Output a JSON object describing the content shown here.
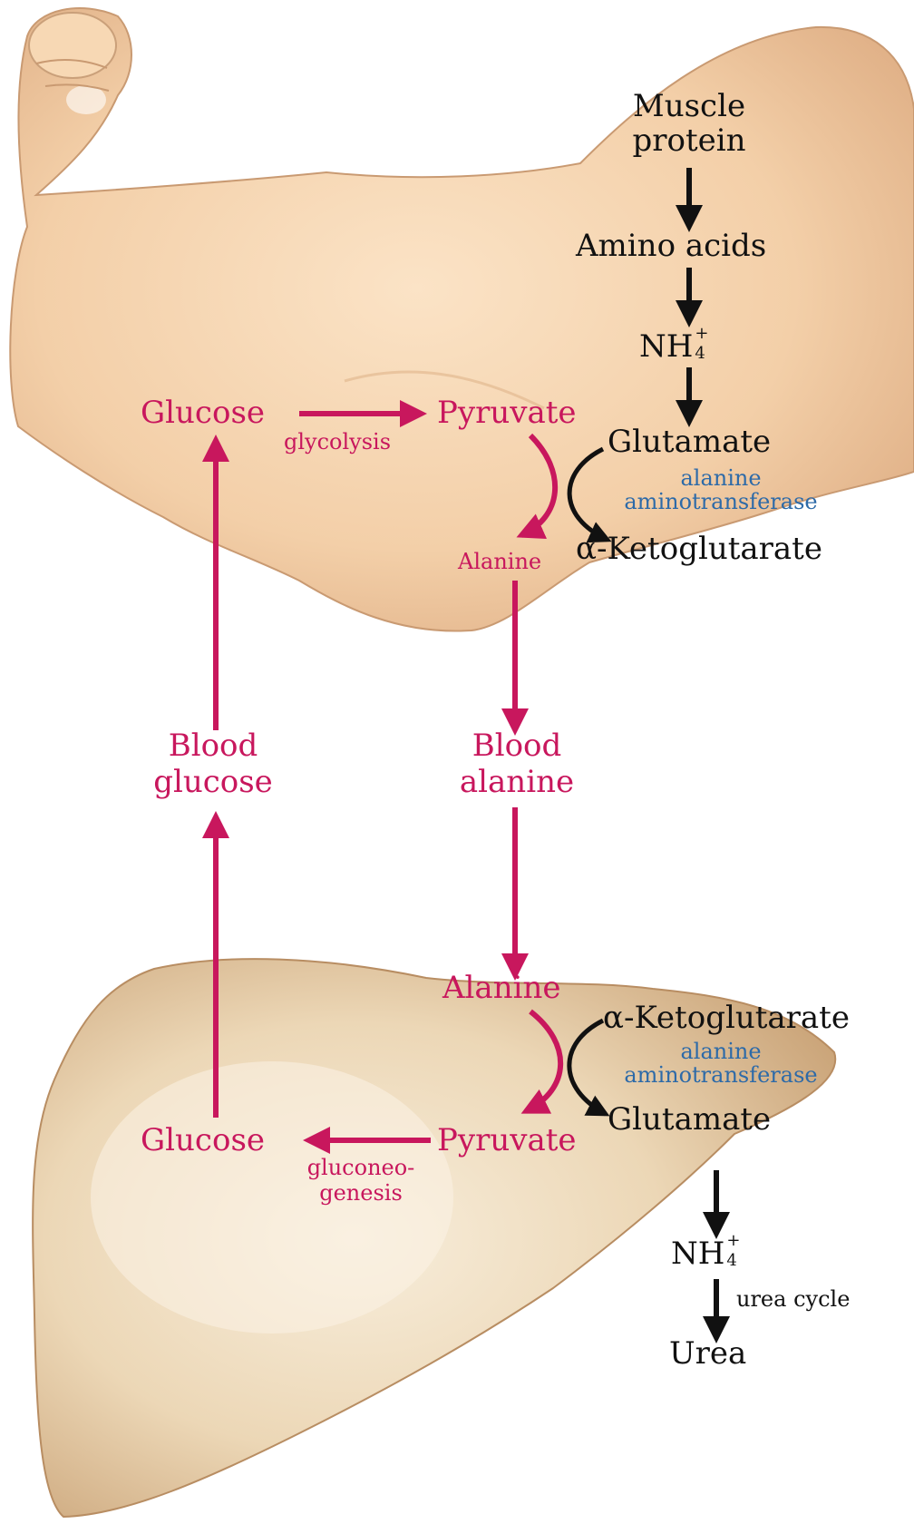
{
  "muscle": {
    "muscle_protein": [
      "Muscle",
      "protein"
    ],
    "amino_acids": "Amino acids",
    "ammonium": {
      "base": "NH",
      "sup": "+",
      "sub": "4"
    },
    "glucose": "Glucose",
    "glycolysis": "glycolysis",
    "pyruvate": "Pyruvate",
    "glutamate": "Glutamate",
    "enzyme": [
      "alanine",
      "aminotransferase"
    ],
    "alanine": "Alanine",
    "ketoglutarate": "α-Ketoglutarate"
  },
  "blood": {
    "glucose": [
      "Blood",
      "glucose"
    ],
    "alanine": [
      "Blood",
      "alanine"
    ]
  },
  "liver": {
    "alanine": "Alanine",
    "ketoglutarate": "α-Ketoglutarate",
    "enzyme": [
      "alanine",
      "aminotransferase"
    ],
    "glucose": "Glucose",
    "pyruvate": "Pyruvate",
    "glutamate": "Glutamate",
    "gluconeogenesis": [
      "gluconeo-",
      "genesis"
    ],
    "ammonium": {
      "base": "NH",
      "sup": "+",
      "sub": "4"
    },
    "urea_cycle": "urea cycle",
    "urea": "Urea"
  },
  "colors": {
    "pathway": "#c8175d",
    "enzyme": "#2d6aa8",
    "text": "#111111",
    "skin": "#f2cfa9",
    "liver": "#e6cda8"
  }
}
